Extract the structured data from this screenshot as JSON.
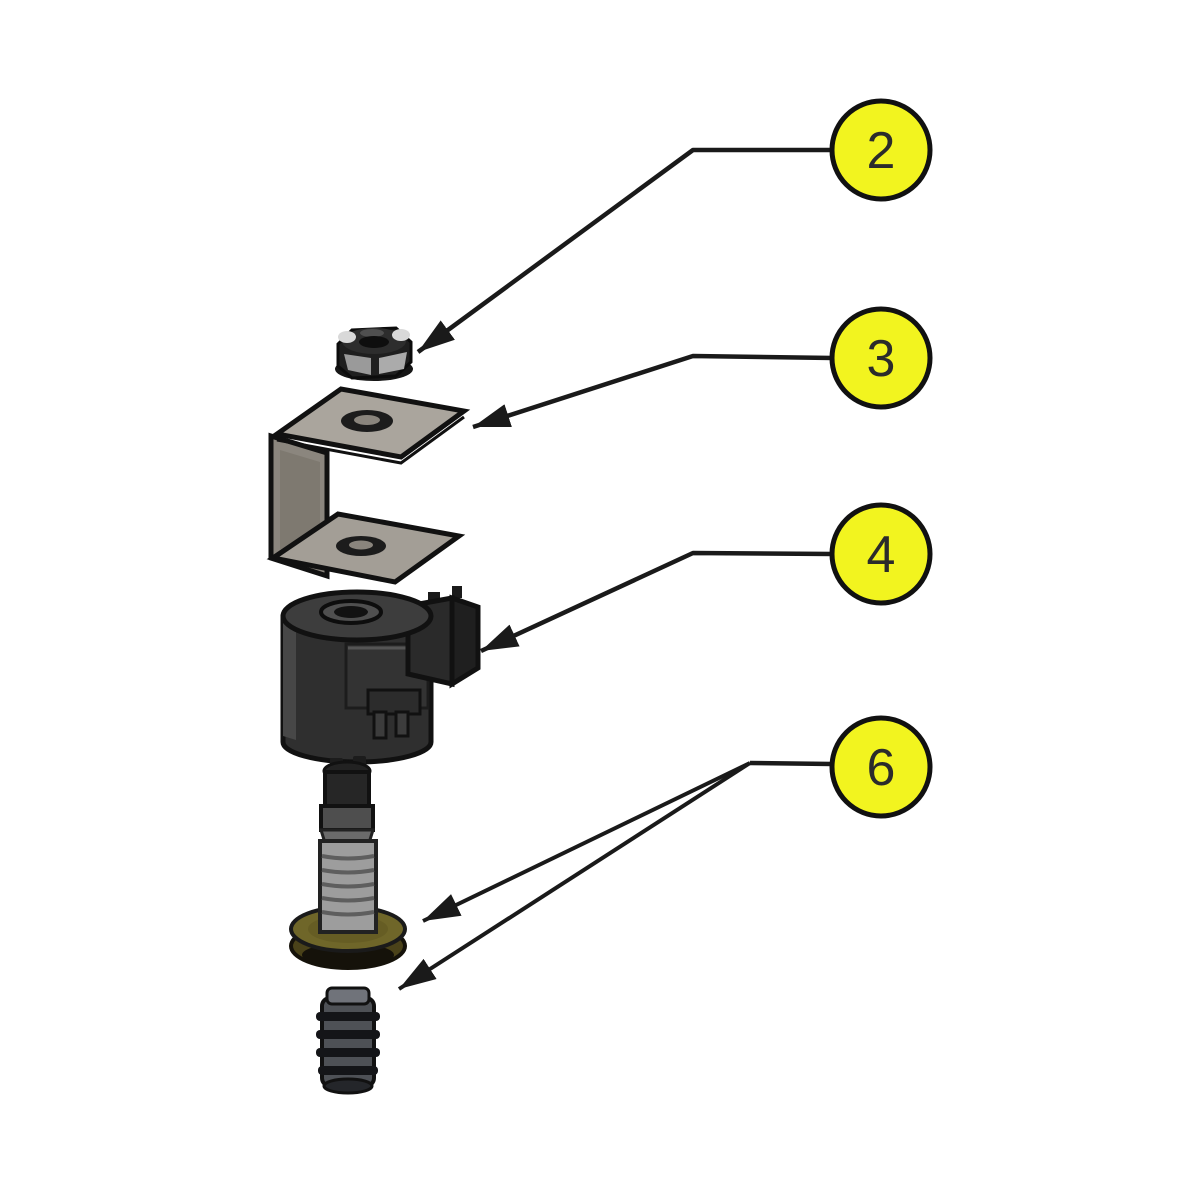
{
  "diagram": {
    "kind": "exploded-parts-diagram",
    "background_color": "#ffffff",
    "leader_color": "#1a1a1a",
    "callout_style": {
      "fill": "#f2f41f",
      "stroke": "#111111",
      "text_color": "#2b2b2b"
    },
    "callouts": [
      {
        "label": "2",
        "target": "hex-nut"
      },
      {
        "label": "3",
        "target": "mounting-bracket"
      },
      {
        "label": "4",
        "target": "solenoid-coil"
      },
      {
        "label": "6",
        "target": "seal-washer-and-threaded-insert"
      }
    ],
    "parts": [
      {
        "name": "hex-nut"
      },
      {
        "name": "c-mounting-bracket"
      },
      {
        "name": "solenoid-coil"
      },
      {
        "name": "valve-stem-cartridge"
      },
      {
        "name": "brass-seal-washer"
      },
      {
        "name": "threaded-insert-plug"
      }
    ]
  }
}
